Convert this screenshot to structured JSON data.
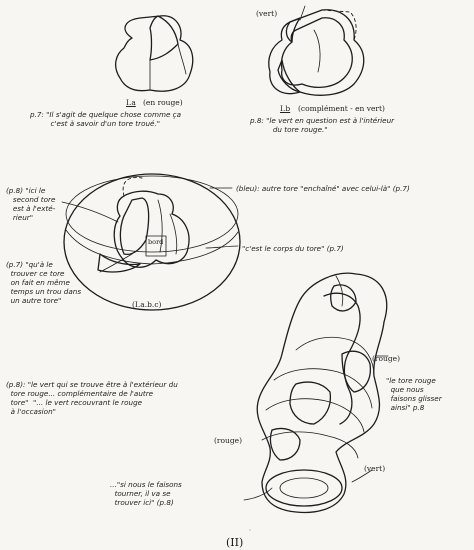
{
  "figure_1a": {
    "label": "I.a",
    "sublabel": "(en rouge)",
    "quote": "p.7: \"Il s'agit de quelque chose comme ça\n         c'est à savoir d'un tore troué.\""
  },
  "figure_1b": {
    "tag": "(vert)",
    "label": "I.b",
    "sublabel": "(complément - en vert)",
    "quote": "p.8: \"le vert en question est à l'intérieur\n          du tore rouge.\""
  },
  "figure_1abc": {
    "label": "(I.a.b.c)",
    "note_left_top": "(p.8) \"ici le\n   second tore\n   est à l'exté-\n   rieur\"",
    "note_left_bottom": "(p.7) \"qu'à le\n  trouver ce tore\n  on fait en même\n  temps un trou dans\n  un autre tore\"",
    "note_bleu": "(bleu): autre tore \"enchaîné\" avec celui-là\" (p.7)",
    "note_corps": "\"c'est le corps du tore\" (p.7)",
    "inner_label": "bord"
  },
  "figure_2": {
    "label": "(II)",
    "note_vert": "(p.8): \"le vert qui se trouve être à l'extérieur du\n  tore rouge... complémentaire de l'autre\n  tore\"  \"... le vert recouvrant le rouge\n  à l'occasion\"",
    "tag_rouge_top": "(rouge)",
    "note_right": "\"le tore rouge\n  que nous\n  faisons glisser\n  ainsi\" p.8",
    "tag_rouge_mid": "(rouge)",
    "tag_vert": "(vert)",
    "note_bottom": "...\"si nous le faisons\n  tourner, il va se\n  trouver ici\" (p.8)"
  }
}
